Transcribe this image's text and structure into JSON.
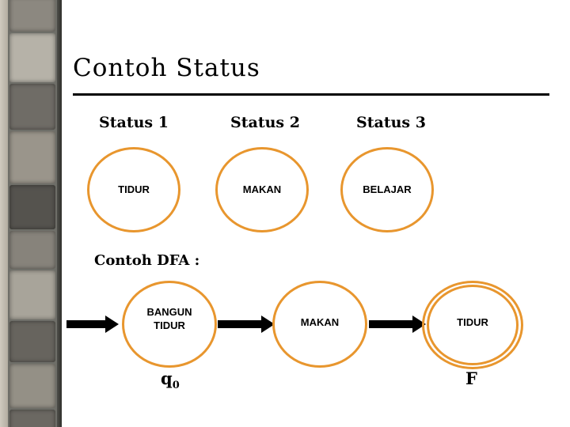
{
  "slide": {
    "title": "Contoh Status",
    "dfa_heading": "Contoh DFA :",
    "accent_color": "#E8962E",
    "text_color": "#000000",
    "background_color": "#FFFFFF"
  },
  "status_row": {
    "headers": [
      {
        "label": "Status 1"
      },
      {
        "label": "Status  2"
      },
      {
        "label": "Status 3"
      }
    ],
    "nodes": [
      {
        "label": "TIDUR"
      },
      {
        "label": "MAKAN"
      },
      {
        "label": "BELAJAR"
      }
    ]
  },
  "dfa": {
    "nodes": [
      {
        "label": "BANGUN\nTIDUR",
        "marker": "q",
        "marker_sub": "0"
      },
      {
        "label": "MAKAN",
        "marker": "",
        "marker_sub": ""
      },
      {
        "label": "TIDUR",
        "marker": "F",
        "marker_sub": ""
      }
    ],
    "arrows": [
      {
        "name": "start-arrow"
      },
      {
        "name": "arrow-1"
      },
      {
        "name": "arrow-2"
      }
    ]
  }
}
